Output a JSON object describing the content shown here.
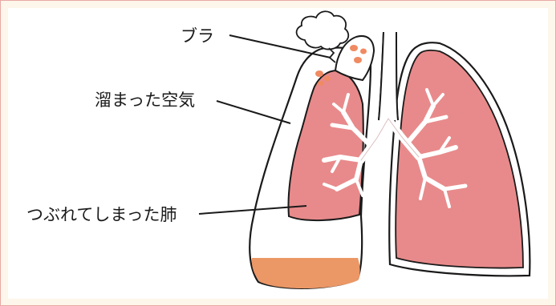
{
  "labels": {
    "bulla": "ブラ",
    "trapped_air": "溜まった空気",
    "collapsed_lung": "つぶれてしまった肺"
  },
  "colors": {
    "frame_border": "#e9a9a4",
    "frame_bg": "#fdf6ea",
    "lung": "#e88a8b",
    "fluid": "#eb9766",
    "bulla_spots": "#f08a62",
    "outline": "#1a1a1a"
  }
}
